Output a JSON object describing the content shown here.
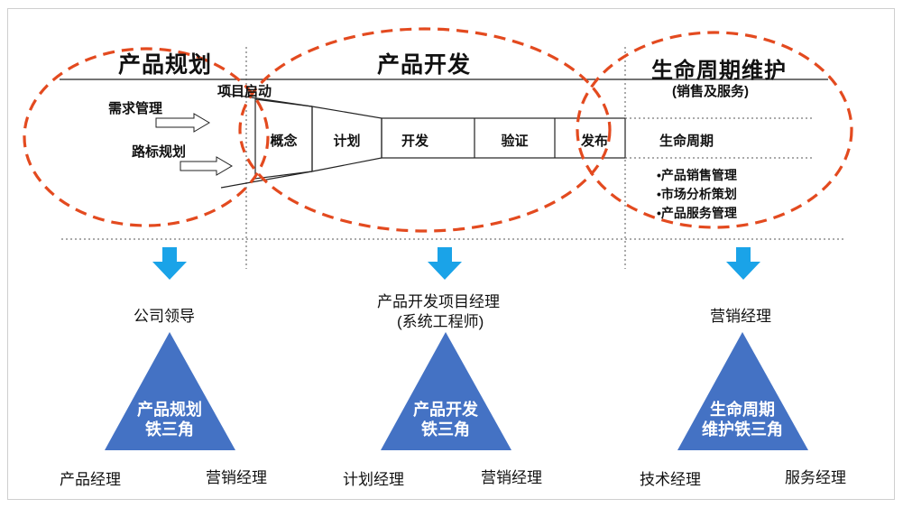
{
  "phases": {
    "planning": {
      "title": "产品规划",
      "inputs": [
        "需求管理",
        "路标规划"
      ],
      "leader": "公司领导",
      "triangle": {
        "line1": "产品规划",
        "line2": "铁三角"
      },
      "roles": [
        "产品经理",
        "营销经理"
      ]
    },
    "development": {
      "title": "产品开发",
      "start_label": "项目启动",
      "steps": [
        "概念",
        "计划",
        "开发",
        "验证",
        "发布"
      ],
      "leader_line1": "产品开发项目经理",
      "leader_line2": "(系统工程师)",
      "triangle": {
        "line1": "产品开发",
        "line2": "铁三角"
      },
      "roles": [
        "计划经理",
        "营销经理"
      ]
    },
    "lifecycle": {
      "title": "生命周期维护",
      "subtitle": "(销售及服务)",
      "bar_label": "生命周期",
      "items": [
        "•产品销售管理",
        "•市场分析策划",
        "•产品服务管理"
      ],
      "leader": "营销经理",
      "triangle": {
        "line1": "生命周期",
        "line2": "维护铁三角"
      },
      "roles": [
        "技术经理",
        "服务经理"
      ]
    }
  },
  "colors": {
    "ellipse": "#e34a1f",
    "arrow": "#1aa3e8",
    "triangle": "#4472c4"
  }
}
